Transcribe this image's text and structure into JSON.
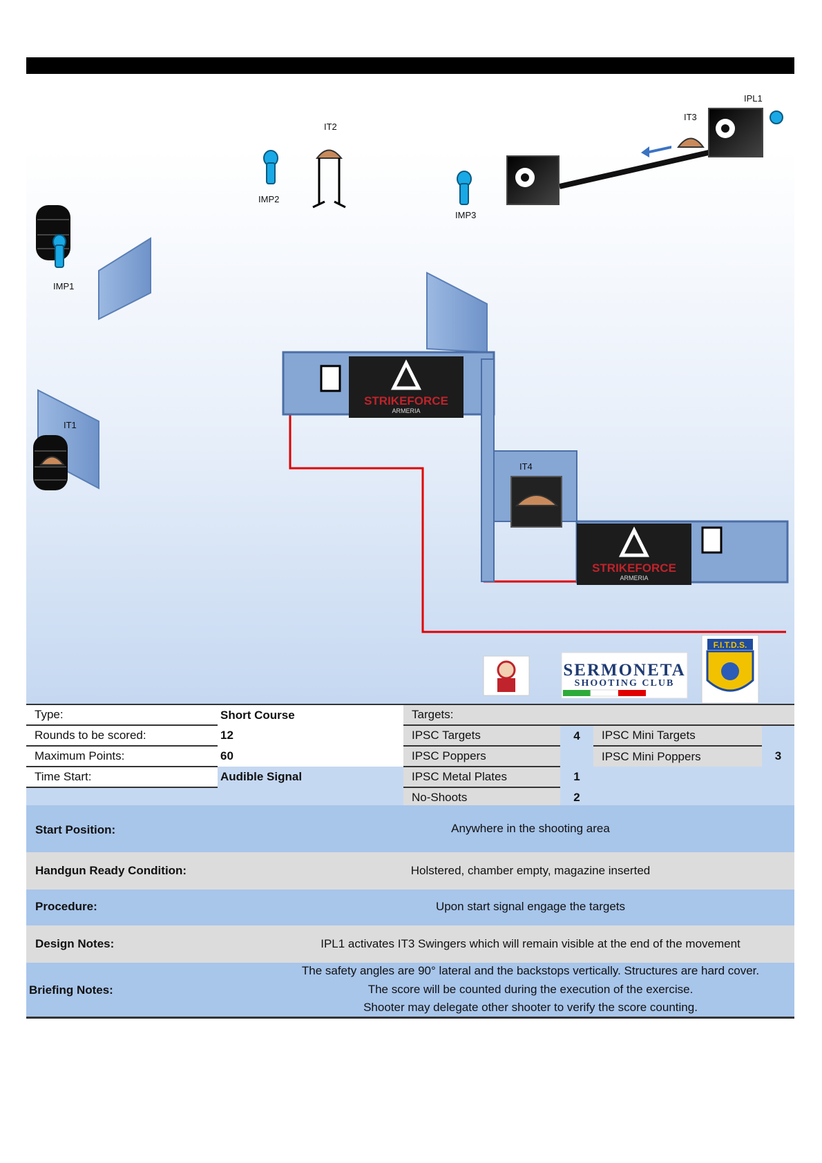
{
  "labels": {
    "imp1": "IMP1",
    "imp2": "IMP2",
    "imp3": "IMP3",
    "it1": "IT1",
    "it2": "IT2",
    "it3": "IT3",
    "it4": "IT4",
    "ipl1": "IPL1"
  },
  "sponsor": {
    "name": "STRIKEFORCE",
    "sub": "ARMERIA"
  },
  "club": {
    "line1": "SERMONETA",
    "line2": "SHOOTING CLUB"
  },
  "fitds": {
    "text": "F.I.T.D.S."
  },
  "info": {
    "type_label": "Type:",
    "type_value": "Short Course",
    "rounds_label": "Rounds to be scored:",
    "rounds_value": "12",
    "maxpoints_label": "Maximum Points:",
    "maxpoints_value": "60",
    "timestart_label": "Time Start:",
    "timestart_value": "Audible Signal",
    "targets_label": "Targets:",
    "ipsc_targets_label": "IPSC Targets",
    "ipsc_targets_value": "4",
    "ipsc_poppers_label": "IPSC Poppers",
    "ipsc_metal_label": "IPSC Metal Plates",
    "ipsc_metal_value": "1",
    "noshoots_label": "No-Shoots",
    "noshoots_value": "2",
    "mini_targets_label": "IPSC Mini Targets",
    "mini_poppers_label": "IPSC Mini Poppers",
    "mini_poppers_value": "3"
  },
  "notes": {
    "start_label": "Start Position:",
    "start_value": "Anywhere in the shooting area",
    "ready_label": "Handgun Ready Condition:",
    "ready_value": "Holstered, chamber empty, magazine inserted",
    "procedure_label": "Procedure:",
    "procedure_value": "Upon start signal engage the targets",
    "design_label": "Design Notes:",
    "design_value": "IPL1 activates IT3  Swingers which will remain visible at the end of the movement",
    "briefing_label": "Briefing Notes:",
    "briefing_1": "The safety angles are 90° lateral and the backstops vertically. Structures are hard cover.",
    "briefing_2": "The score will be counted during the execution of the exercise.",
    "briefing_3": "Shooter may delegate other shooter to verify the score counting."
  },
  "colors": {
    "wall": "#7fa3d6",
    "fault_line": "#e00000",
    "popper": "#19a9e6",
    "plate": "#b9693a"
  }
}
